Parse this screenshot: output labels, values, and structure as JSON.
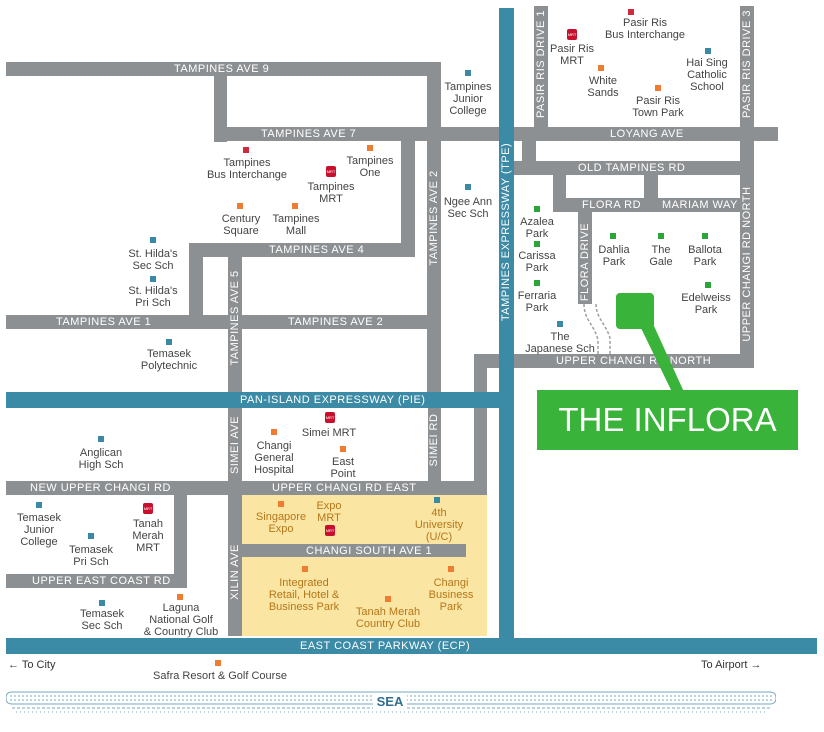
{
  "colors": {
    "road": "#8c9093",
    "expressway": "#3b8aa6",
    "zone": "#fbe5a3",
    "highlight": "#39b33a",
    "school": "#3a8aa5",
    "bus_interchange": "#d0283c",
    "amenity": "#ee7d31",
    "park": "#2aa53a",
    "mrt": "#c8102e"
  },
  "roads": {
    "tampines_ave_9": "TAMPINES  AVE 9",
    "tampines_ave_7": "TAMPINES  AVE 7",
    "tampines_ave_4": "TAMPINES  AVE 4",
    "tampines_ave_1": "TAMPINES  AVE 1",
    "tampines_ave_2_h": "TAMPINES  AVE 2",
    "tampines_ave_2_v": "TAMPINES  AVE 2",
    "tampines_ave_5": "TAMPINES  AVE 5",
    "loyang_ave": "LOYANG  AVE",
    "old_tampines_rd": "OLD TAMPINES RD",
    "flora_rd": "FLORA RD",
    "mariam_way": "MARIAM WAY",
    "flora_drive": "FLORA DRIVE",
    "pasir_ris_drive_1": "PASIR RIS DRIVE 1",
    "pasir_ris_drive_3": "PASIR RIS DRIVE 3",
    "upper_changi_rd_north_v": "UPPER CHANGI RD NORTH",
    "upper_changi_rd_north_h": "UPPER CHANGI RD NORTH",
    "new_upper_changi_rd": "NEW UPPER CHANGI RD",
    "upper_changi_rd_east": "UPPER CHANGI RD EAST",
    "simei_ave": "SIMEI AVE",
    "simei_rd": "SIMEI RD",
    "changi_south_ave_1": "CHANGI SOUTH AVE 1",
    "upper_east_coast_rd": "UPPER EAST COAST RD",
    "xilin_ave": "XILIN AVE"
  },
  "expressways": {
    "tpe": "TAMPINES EXPRESSWAY (TPE)",
    "pie": "PAN-ISLAND EXPRESSWAY (PIE)",
    "ecp": "EAST COAST PARKWAY (ECP)"
  },
  "places": {
    "pasir_ris_bus_interchange": [
      "Pasir Ris",
      "Bus Interchange"
    ],
    "pasir_ris_mrt": [
      "Pasir Ris",
      "MRT"
    ],
    "white_sands": [
      "White",
      "Sands"
    ],
    "pasir_ris_town_park": [
      "Pasir Ris",
      "Town Park"
    ],
    "hai_sing": [
      "Hai Sing",
      "Catholic",
      "School"
    ],
    "tampines_junior_college": [
      "Tampines",
      "Junior",
      "College"
    ],
    "tampines_bus_interchange": [
      "Tampines",
      "Bus Interchange"
    ],
    "tampines_mrt": [
      "Tampines",
      "MRT"
    ],
    "tampines_one": [
      "Tampines",
      "One"
    ],
    "century_square": [
      "Century",
      "Square"
    ],
    "tampines_mall": [
      "Tampines",
      "Mall"
    ],
    "ngee_ann": [
      "Ngee Ann",
      "Sec Sch"
    ],
    "st_hildas_sec": [
      "St. Hilda's",
      "Sec Sch"
    ],
    "st_hildas_pri": [
      "St. Hilda's",
      "Pri Sch"
    ],
    "temasek_poly": [
      "Temasek",
      "Polytechnic"
    ],
    "azalea_park": [
      "Azalea",
      "Park"
    ],
    "carissa_park": [
      "Carissa",
      "Park"
    ],
    "ferraria_park": [
      "Ferraria",
      "Park"
    ],
    "dahlia_park": [
      "Dahlia",
      "Park"
    ],
    "the_gale": [
      "The",
      "Gale"
    ],
    "ballota_park": [
      "Ballota",
      "Park"
    ],
    "edelweiss_park": [
      "Edelweiss",
      "Park"
    ],
    "japanese_sch": [
      "The",
      "Japanese Sch"
    ],
    "anglican_high": [
      "Anglican",
      "High Sch"
    ],
    "changi_general_hospital": [
      "Changi",
      "General",
      "Hospital"
    ],
    "simei_mrt": [
      "Simei MRT"
    ],
    "east_point": [
      "East",
      "Point"
    ],
    "temasek_jc": [
      "Temasek",
      "Junior",
      "College"
    ],
    "temasek_pri": [
      "Temasek",
      "Pri Sch"
    ],
    "tanah_merah_mrt": [
      "Tanah",
      "Merah",
      "MRT"
    ],
    "singapore_expo": [
      "Singapore",
      "Expo"
    ],
    "expo_mrt": [
      "Expo",
      "MRT"
    ],
    "fourth_university": [
      "4th",
      "University",
      "(U/C)"
    ],
    "integrated_park": [
      "Integrated",
      "Retail, Hotel &",
      "Business Park"
    ],
    "changi_business_park": [
      "Changi",
      "Business",
      "Park"
    ],
    "tanah_merah_cc": [
      "Tanah Merah",
      "Country Club"
    ],
    "temasek_sec": [
      "Temasek",
      "Sec Sch"
    ],
    "laguna": [
      "Laguna",
      "National Golf",
      "& Country Club"
    ],
    "safra": [
      "Safra Resort & Golf Course"
    ]
  },
  "mrt_icon_text": "MRT",
  "highlight_label": "THE INFLORA",
  "to_city": "← To City",
  "to_airport": "To Airport →",
  "sea": "SEA"
}
